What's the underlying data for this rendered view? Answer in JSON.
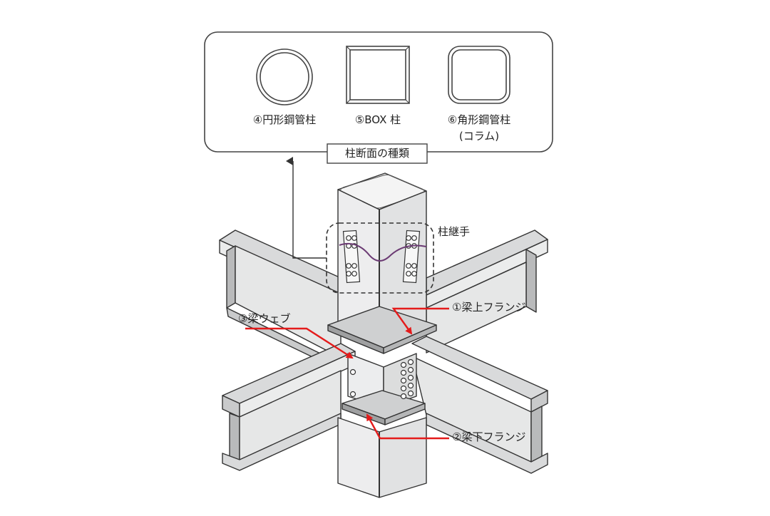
{
  "section_panel": {
    "title": "柱断面の種類",
    "types": [
      {
        "label": "④円形鋼管柱",
        "sublabel": "",
        "shape": "circle"
      },
      {
        "label": "⑤BOX 柱",
        "sublabel": "",
        "shape": "square"
      },
      {
        "label": "⑥角形鋼管柱",
        "sublabel": "(コラム)",
        "shape": "rounded-square"
      }
    ]
  },
  "callouts": {
    "column_joint": "柱継手",
    "beam_web": "③梁ウェブ",
    "beam_top_flange": "①梁上フランジ",
    "beam_bottom_flange": "②梁下フランジ"
  },
  "colors": {
    "line": "#333333",
    "callout_arrow": "#e41b1b",
    "steel_light": "#f1f2f2",
    "steel_mid": "#d9dadb",
    "steel_dark": "#b9babb",
    "weld": "#6b3a73"
  }
}
